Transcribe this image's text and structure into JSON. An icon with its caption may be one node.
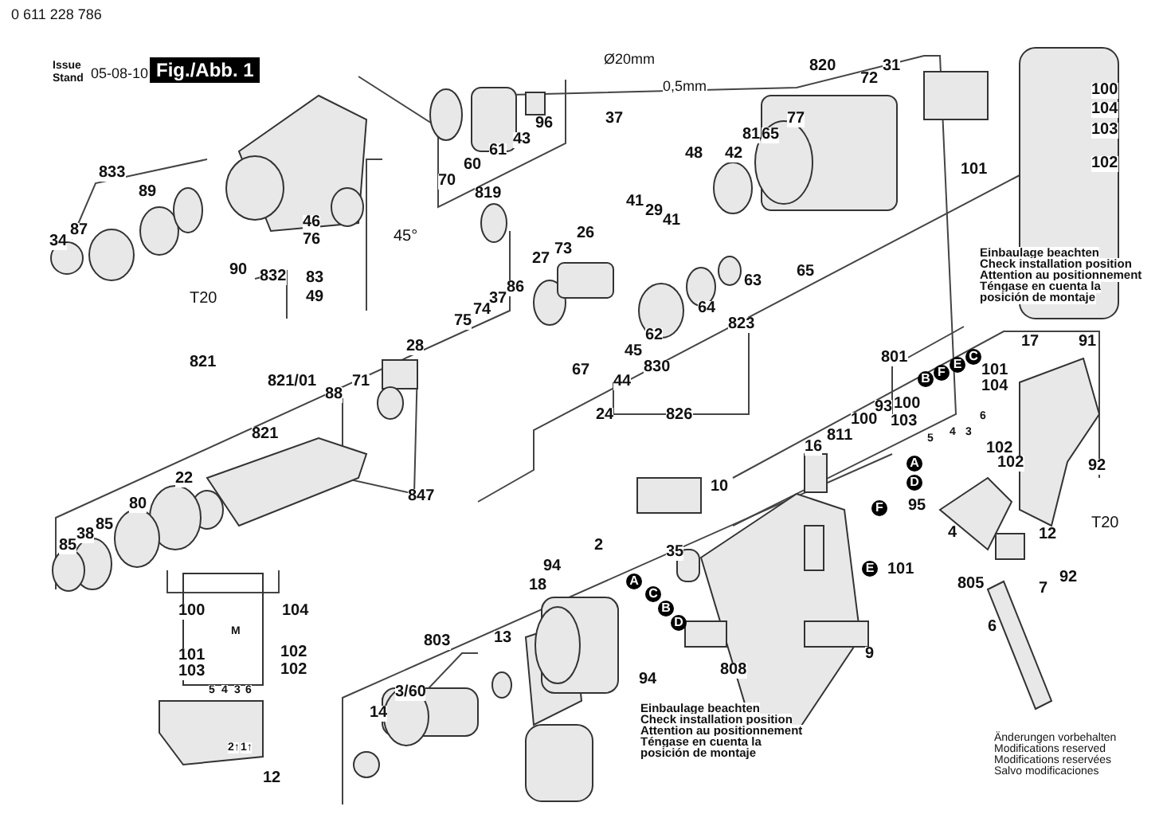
{
  "diagram": {
    "title": "Fig./Abb. 1",
    "labels": [
      "0 611 228 786",
      "Issue",
      "Stand",
      "05-08-10",
      "Ø20mm",
      "0,5mm",
      "37",
      "820",
      "72",
      "31",
      "96",
      "43",
      "61",
      "60",
      "70",
      "819",
      "77",
      "81",
      "65",
      "48",
      "42",
      "833",
      "89",
      "87",
      "34",
      "46",
      "76",
      "45°",
      "832",
      "83",
      "49",
      "90",
      "T20",
      "41",
      "29",
      "41",
      "26",
      "27",
      "73",
      "65",
      "63",
      "64",
      "62",
      "45",
      "830",
      "44",
      "823",
      "86",
      "37",
      "74",
      "75",
      "28",
      "67",
      "821",
      "821/01",
      "88",
      "71",
      "24",
      "826",
      "100",
      "104",
      "103",
      "101",
      "102",
      "Einbaulage beachten",
      "Check installation position",
      "Attention au positionnement",
      "Téngase en cuenta la",
      "posición de montaje",
      "801",
      "17",
      "91",
      "B",
      "F",
      "E",
      "C",
      "101",
      "104",
      "100",
      "103",
      "5",
      "4",
      "3",
      "6",
      "93",
      "100",
      "811",
      "16",
      "A",
      "D",
      "102",
      "102",
      "F",
      "95",
      "4",
      "12",
      "E",
      "101",
      "92",
      "T20",
      "805",
      "92",
      "7",
      "6",
      "10",
      "2",
      "35",
      "A",
      "C",
      "B",
      "D",
      "808",
      "9",
      "94",
      "Einbaulage beachten",
      "Check installation position",
      "Attention au positionnement",
      "Téngase en cuenta la",
      "posición de montaje",
      "18",
      "94",
      "803",
      "13",
      "3/60",
      "14",
      "85",
      "38",
      "85",
      "80",
      "22",
      "821",
      "847",
      "100",
      "104",
      "M",
      "101",
      "103",
      "102",
      "102",
      "5",
      "4",
      "3",
      "6",
      "2↑",
      "1↑",
      "12",
      "Änderungen vorbehalten",
      "Modifications reserved",
      "Modifications reservées",
      "Salvo modificaciones"
    ]
  }
}
